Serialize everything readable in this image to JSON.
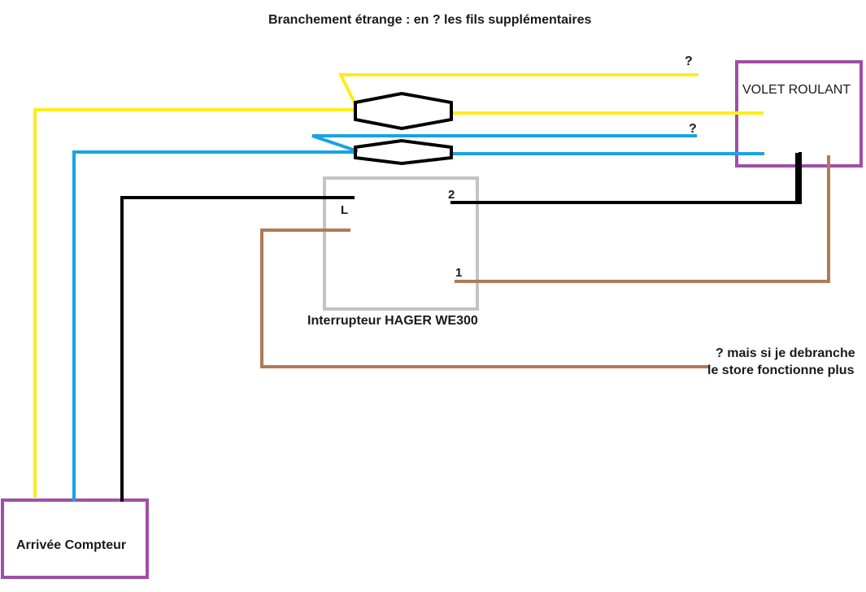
{
  "title": "Branchement étrange : en ? les fils supplémentaires",
  "boxes": {
    "volet_roulant": "VOLET ROULANT",
    "arrivee_compteur": "Arrivée Compteur",
    "interrupteur": "Interrupteur HAGER WE300"
  },
  "terminals": {
    "L": "L",
    "t2": "2",
    "t1": "1"
  },
  "questions": {
    "q_yellow": "?",
    "q_blue": "?"
  },
  "note": {
    "line1": "? mais si je debranche",
    "line2": "le store fonctionne plus"
  },
  "colors": {
    "yellow": "#ffec1a",
    "blue": "#1aa3e0",
    "black": "#000000",
    "brown": "#b07a57",
    "purple": "#a04ea6",
    "grey": "#c3c3c3"
  }
}
